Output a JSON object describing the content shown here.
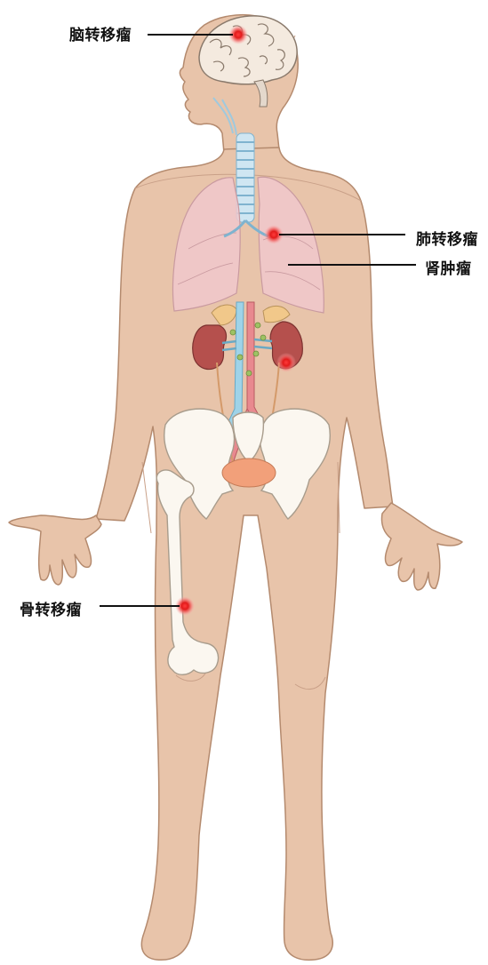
{
  "labels": {
    "brain": "脑转移瘤",
    "lung": "肺转移瘤",
    "kidney": "肾肿瘤",
    "bone": "骨转移瘤"
  },
  "colors": {
    "skin": "#e8c4aa",
    "skin_outline": "#b48a6e",
    "lung": "#f0c8cc",
    "kidney": "#b5504d",
    "adrenal": "#f1c88a",
    "vein": "#9fd3e8",
    "artery": "#e8898f",
    "bone": "#fbf7f0",
    "bladder": "#f2a07a",
    "tumor": "#e21b1b",
    "leader": "#111111"
  }
}
